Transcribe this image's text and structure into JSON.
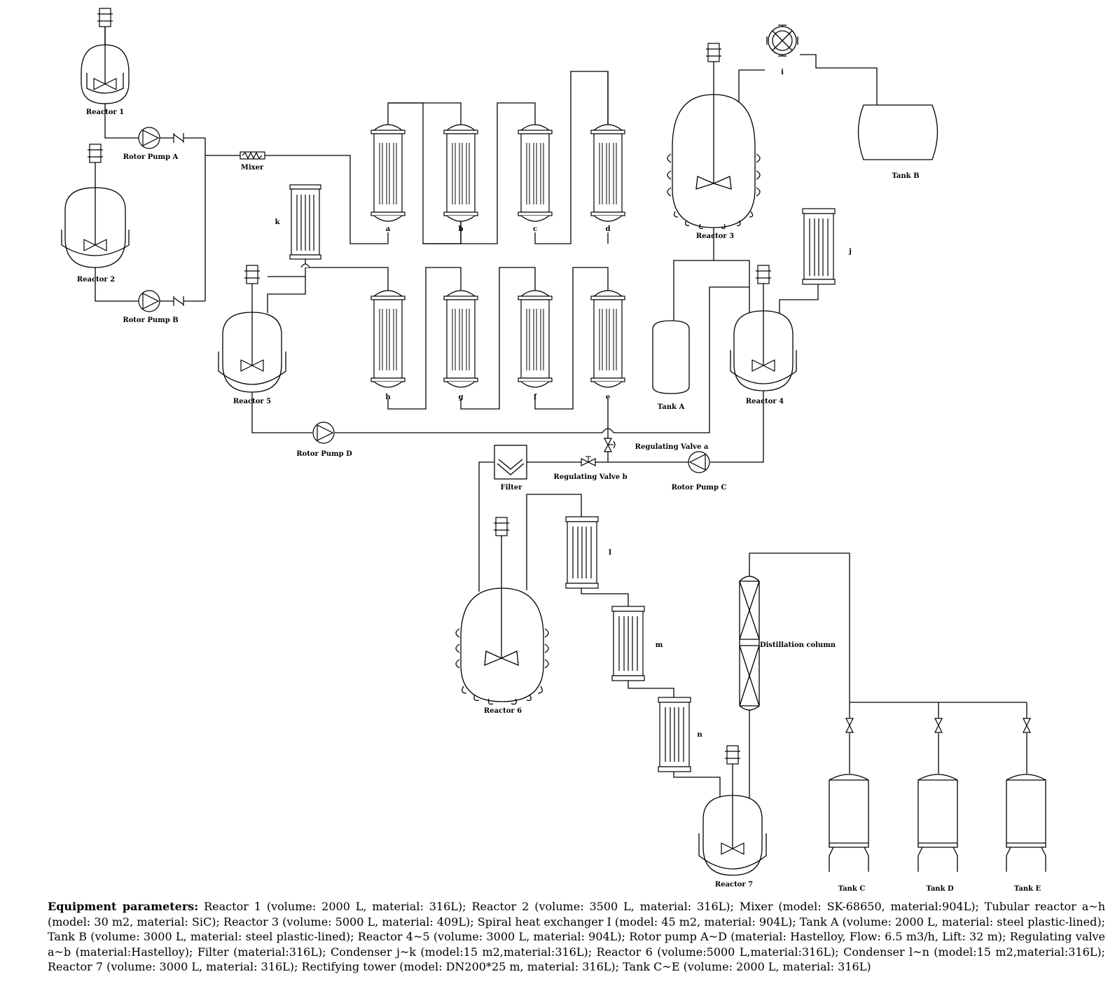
{
  "labels": {
    "reactor1": "Reactor 1",
    "reactor2": "Reactor 2",
    "reactor3": "Reactor 3",
    "reactor4": "Reactor 4",
    "reactor5": "Reactor 5",
    "reactor6": "Reactor 6",
    "reactor7": "Reactor 7",
    "pumpA": "Rotor Pump A",
    "pumpB": "Rotor Pump B",
    "pumpC": "Rotor Pump C",
    "pumpD": "Rotor Pump D",
    "mixer": "Mixer",
    "tankA": "Tank A",
    "tankB": "Tank B",
    "tankC": "Tank C",
    "tankD": "Tank D",
    "tankE": "Tank E",
    "valveA": "Regulating Valve a",
    "valveB": "Regulating Valve b",
    "filter": "Filter",
    "column": "Distillation column",
    "tube_a": "a",
    "tube_b": "b",
    "tube_c": "c",
    "tube_d": "d",
    "tube_e": "e",
    "tube_f": "f",
    "tube_g": "g",
    "tube_h": "h",
    "hx_i": "i",
    "cond_j": "j",
    "cond_k": "k",
    "cond_l": "l",
    "cond_m": "m",
    "cond_n": "n"
  },
  "caption": {
    "heading": "Equipment parameters:",
    "body": " Reactor 1 (volume: 2000 L, material: 316L); Reactor 2 (volume: 3500 L, material: 316L); Mixer (model: SK-68650, material:904L); Tubular reactor a~h (model: 30 m2, material: SiC); Reactor 3 (volume: 5000 L, material: 409L); Spiral heat exchanger I (model: 45 m2, material: 904L); Tank A (volume: 2000 L, material: steel plastic-lined); Tank B (volume: 3000 L, material: steel plastic-lined); Reactor 4~5 (volume: 3000 L, material: 904L); Rotor pump A~D (material: Hastelloy, Flow: 6.5 m3/h, Lift: 32 m); Regulating valve a~b (material:Hastelloy); Filter (material:316L); Condenser j~k (model:15 m2,material:316L); Reactor 6 (volume:5000 L,material:316L); Condenser l~n (model:15 m2,material:316L); Reactor 7 (volume: 3000 L, material: 316L); Rectifying tower (model: DN200*25 m, material: 316L); Tank C~E (volume: 2000 L, material: 316L)"
  }
}
